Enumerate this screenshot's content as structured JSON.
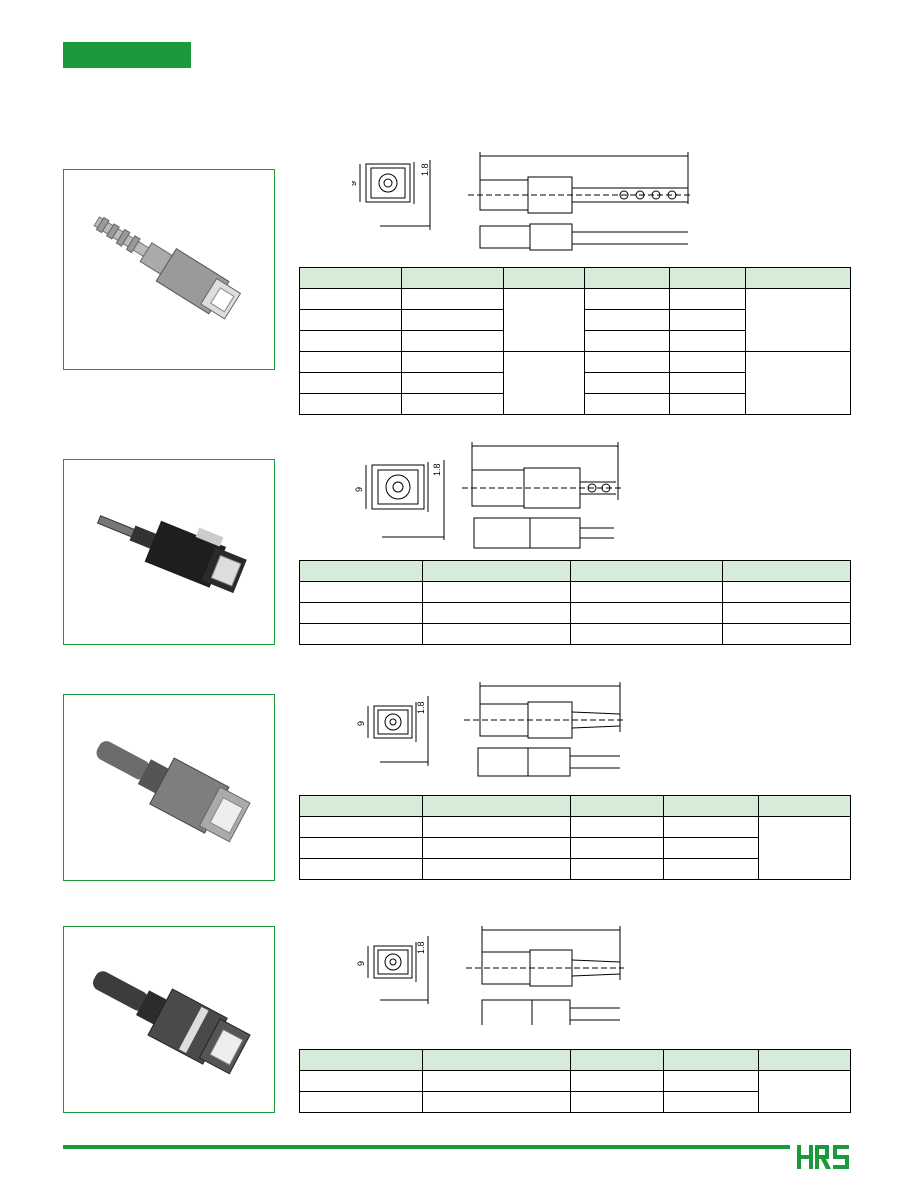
{
  "colors": {
    "accent": "#1a9a3a",
    "header_fill": "#d6ecd9"
  },
  "sections": [
    {
      "dimension_width": "9",
      "dimension_offset": "1.8"
    },
    {
      "dimension_width": "9",
      "dimension_offset": "1.8"
    },
    {
      "dimension_width": "9",
      "dimension_offset": "1.8"
    },
    {
      "dimension_width": "9",
      "dimension_offset": "1.8"
    }
  ],
  "logo": {
    "icon": "hrs-logo-icon"
  }
}
